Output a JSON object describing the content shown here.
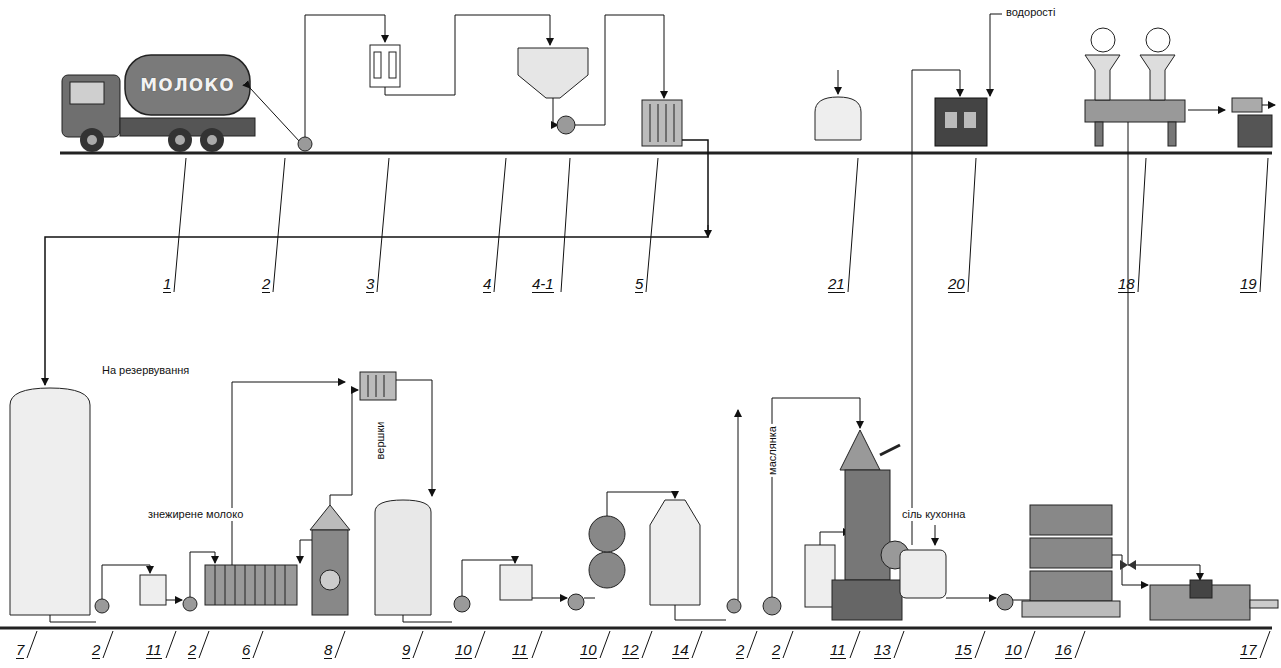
{
  "diagram": {
    "nodes": [
      {
        "text": [
          "МОЛОКО"
        ]
      }
    ],
    "labels": [
      "водорості",
      "1",
      "2",
      "3",
      "4",
      "4-1",
      "5",
      "21",
      "20",
      "18",
      "19",
      "На резервування",
      "знежирене молоко",
      "вершки",
      "маслянка",
      "сіль кухонна",
      "7",
      "2",
      "11",
      "2",
      "6",
      "8",
      "9",
      "10",
      "11",
      "10",
      "12",
      "14",
      "2",
      "2",
      "11",
      "13",
      "15",
      "10",
      "16",
      "17"
    ]
  }
}
